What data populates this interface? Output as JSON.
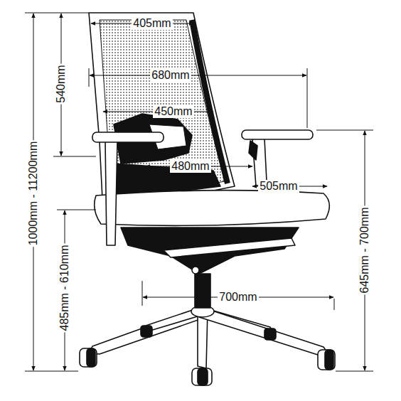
{
  "diagram": {
    "labels": [
      "405mm",
      "680mm",
      "450mm",
      "480mm",
      "505mm",
      "700mm",
      "540mm",
      "1000mm - 11200mm",
      "485mm - 610mm",
      "645mm - 700mm"
    ]
  }
}
